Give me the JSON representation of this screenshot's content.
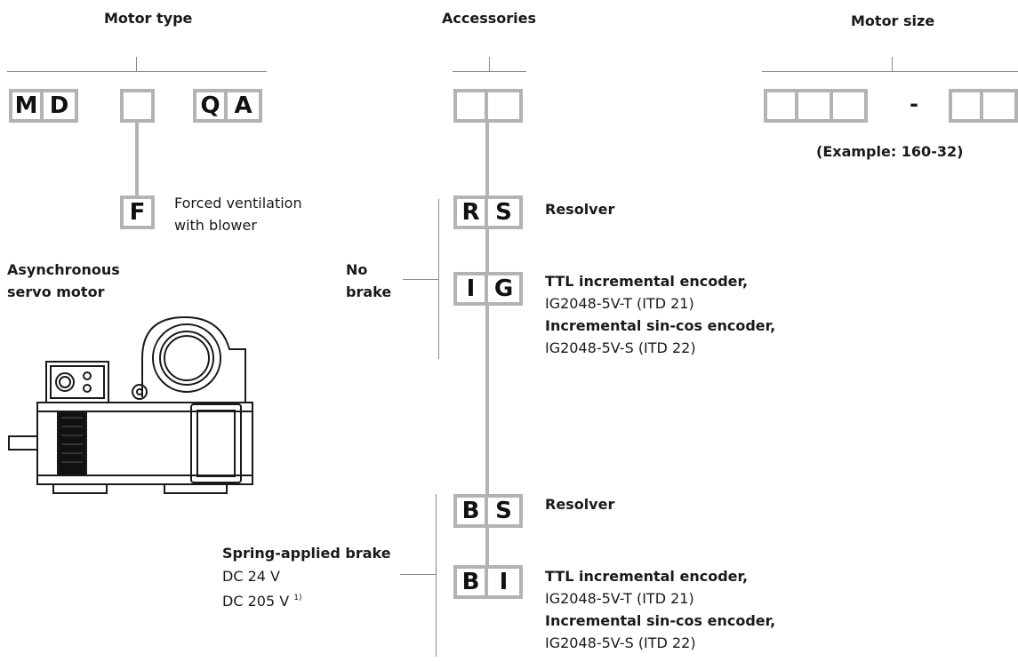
{
  "headers": {
    "motor_type": "Motor type",
    "accessories": "Accessories",
    "motor_size": "Motor size"
  },
  "motor_type_code": [
    "M",
    "D",
    "",
    "Q",
    "A"
  ],
  "forced_ventilation": {
    "code": "F",
    "line1": "Forced ventilation",
    "line2": "with blower"
  },
  "motor_label": {
    "line1": "Asynchronous",
    "line2": "servo motor"
  },
  "motor_size": {
    "separator": "-",
    "example": "(Example: 160-32)"
  },
  "no_brake": {
    "line1": "No",
    "line2": "brake",
    "options": [
      {
        "code": [
          "R",
          "S"
        ],
        "lines": [
          "Resolver"
        ]
      },
      {
        "code": [
          "I",
          "G"
        ],
        "lines": [
          "TTL incremental encoder,",
          "IG2048-5V-T (ITD 21)",
          "Incremental sin-cos encoder,",
          "IG2048-5V-S (ITD 22)"
        ]
      }
    ]
  },
  "brake": {
    "title": "Spring-applied brake",
    "dc1": "DC 24 V",
    "dc2": "DC 205 V",
    "footnote": "1)",
    "options": [
      {
        "code": [
          "B",
          "S"
        ],
        "lines": [
          "Resolver"
        ]
      },
      {
        "code": [
          "B",
          "I"
        ],
        "lines": [
          "TTL incremental encoder,",
          "IG2048-5V-T (ITD 21)",
          "Incremental sin-cos encoder,",
          "IG2048-5V-S (ITD 22)"
        ]
      }
    ]
  }
}
